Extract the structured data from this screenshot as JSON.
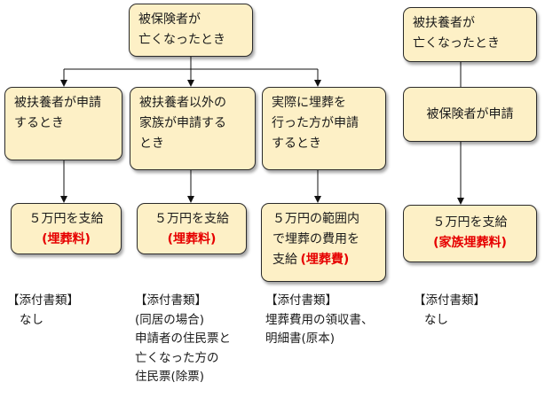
{
  "left_chart": {
    "root": {
      "line1": "被保険者が",
      "line2": "亡くなったとき"
    },
    "cases": [
      {
        "lines": [
          "被扶養者が申請",
          "するとき"
        ],
        "benefit": "５万円を支給",
        "benefit_name": "(埋葬料)"
      },
      {
        "lines": [
          "被扶養者以外の",
          "家族が申請する",
          "とき"
        ],
        "benefit": "５万円を支給",
        "benefit_name": "(埋葬料)"
      },
      {
        "lines": [
          "実際に埋葬を",
          "行った方が申請",
          "するとき"
        ],
        "benefit_lines": [
          "５万円の範囲内",
          "で埋葬の費用を"
        ],
        "benefit_prefix": "支給",
        "benefit_name": "(埋葬費)"
      }
    ],
    "attachments": [
      {
        "title": "【添付書類】",
        "lines": [
          "なし"
        ]
      },
      {
        "title": "【添付書類】",
        "lines": [
          "(同居の場合)",
          "申請者の住民票と",
          "亡くなった方の",
          "住民票(除票)"
        ]
      },
      {
        "title": "【添付書類】",
        "lines": [
          "埋葬費用の領収書、",
          "明細書(原本)"
        ]
      }
    ]
  },
  "right_chart": {
    "root": {
      "line1": "被扶養者が",
      "line2": "亡くなったとき"
    },
    "case": "被保険者が申請",
    "benefit": "５万円を支給",
    "benefit_name": "(家族埋葬料)",
    "attachment": {
      "title": "【添付書類】",
      "lines": [
        "なし"
      ]
    }
  },
  "colors": {
    "box_fill": "#fdf0c6",
    "emphasis_red": "#e60000"
  }
}
